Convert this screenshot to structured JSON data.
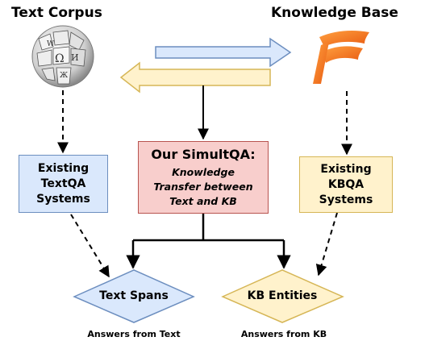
{
  "sources": {
    "text_corpus": "Text Corpus",
    "knowledge_base": "Knowledge Base"
  },
  "boxes": {
    "textqa": [
      "Existing",
      "TextQA",
      "Systems"
    ],
    "simultqa_title": "Our SimultQA:",
    "simultqa_desc": [
      "Knowledge",
      "Transfer between",
      "Text and KB"
    ],
    "kbqa": [
      "Existing",
      "KBQA",
      "Systems"
    ]
  },
  "outputs": {
    "text_spans": "Text Spans",
    "kb_entities": "KB Entities"
  },
  "captions": {
    "text": "Answers from Text",
    "kb": "Answers from KB"
  },
  "colors": {
    "blue_fill": "#dae8fc",
    "blue_stroke": "#6c8ebf",
    "yellow_fill": "#fff2cc",
    "yellow_stroke": "#d6b656",
    "red_fill": "#f8cecc",
    "red_stroke": "#b85450",
    "logo_orange": "#f36f21"
  },
  "icons": {
    "left": "wikipedia-globe-icon",
    "right": "freebase-logo-icon"
  }
}
